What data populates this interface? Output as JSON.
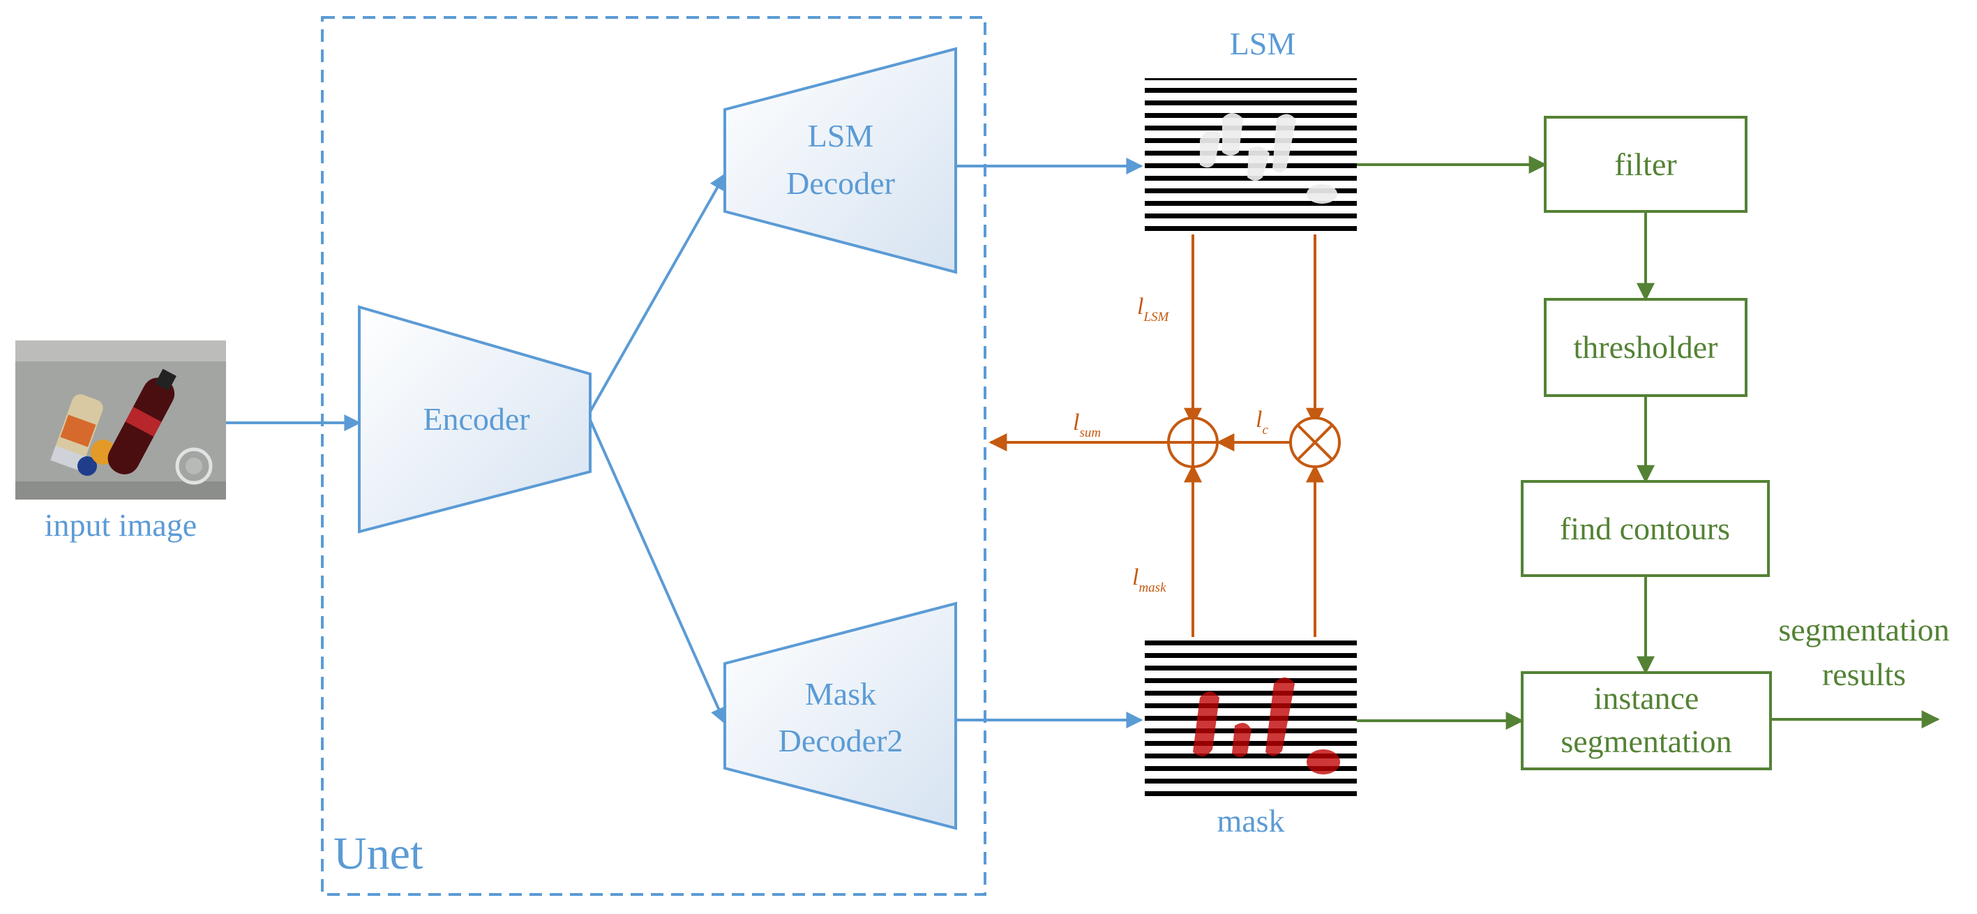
{
  "unet": {
    "label": "Unet"
  },
  "input": {
    "label": "input image"
  },
  "encoder": {
    "label": "Encoder"
  },
  "lsm_decoder": {
    "line1": "LSM",
    "line2": "Decoder"
  },
  "mask_decoder": {
    "line1": "Mask",
    "line2": "Decoder2"
  },
  "lsm_map": {
    "label": "LSM"
  },
  "mask_map": {
    "label": "mask"
  },
  "losses": {
    "l_lsm": {
      "main": "l",
      "sub": "LSM"
    },
    "l_mask": {
      "main": "l",
      "sub": "mask"
    },
    "l_sum": {
      "main": "l",
      "sub": "sum"
    },
    "l_c": {
      "main": "l",
      "sub": "c"
    }
  },
  "pipeline": {
    "filter": "filter",
    "thresholder": "thresholder",
    "find_contours": "find contours",
    "instance_line1": "instance",
    "instance_line2": "segmentation",
    "output_line1": "segmentation",
    "output_line2": "results"
  },
  "colors": {
    "blue": "#5b9bd5",
    "green": "#548235",
    "orange": "#c55a11",
    "black": "#000000",
    "red_blob": "#c00000"
  }
}
